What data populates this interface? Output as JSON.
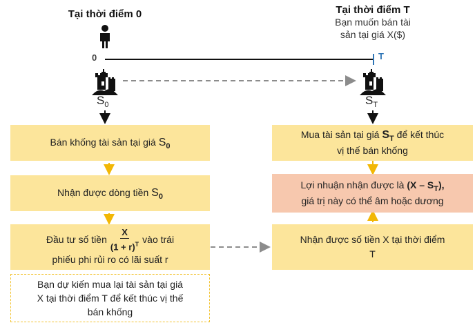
{
  "left_header": {
    "title": "Tại thời điểm 0"
  },
  "right_header": {
    "title": "Tại thời điểm T",
    "subtitle_line1": "Bạn muốn bán tài",
    "subtitle_line2": "sản tại giá X($)"
  },
  "timeline": {
    "start_label": "0",
    "end_label": "T"
  },
  "left_asset": {
    "label": "S",
    "sub": "0"
  },
  "right_asset": {
    "label": "S",
    "sub": "T"
  },
  "left_boxes": {
    "short_sell": {
      "text": "Bán khống tài sản tại giá",
      "sym": "S",
      "sub": "0"
    },
    "receive_cash": {
      "text": "Nhận được dòng tiền",
      "sym": "S",
      "sub": "0"
    },
    "invest": {
      "before": "Đầu tư số tiền",
      "frac_num": "X",
      "frac_den": "(1 + r)",
      "frac_exp": "T",
      "after": "vào trái",
      "line2": "phiếu phi rủi ro có lãi suất r"
    },
    "note": {
      "line1": "Bạn dự kiến mua lại tài sản tại giá",
      "line2": "X tại thời điểm T để kết thúc vị thế",
      "line3": "bán khống"
    }
  },
  "right_boxes": {
    "buy_back": {
      "before": "Mua tài sản tại giá",
      "sym": "S",
      "sub": "T",
      "after": "để kết thúc",
      "line2": "vị thế bán khống"
    },
    "profit": {
      "before": "Lợi nhuận nhận được là",
      "expr_open": "(X – S",
      "expr_sub": "T",
      "expr_close": "),",
      "line2": "giá trị này có thể âm hoặc dương"
    },
    "receive_x": {
      "line1": "Nhận được số tiền X tại thời điểm",
      "line2": "T"
    }
  },
  "colors": {
    "yellow_box": "#fce59b",
    "salmon_box": "#f7c8ae",
    "arrow_yellow": "#f2b705",
    "dashed_gray": "#8c8c8c",
    "timeline_blue": "#2e75b6"
  },
  "icons": [
    "person-icon",
    "castle-icon"
  ]
}
